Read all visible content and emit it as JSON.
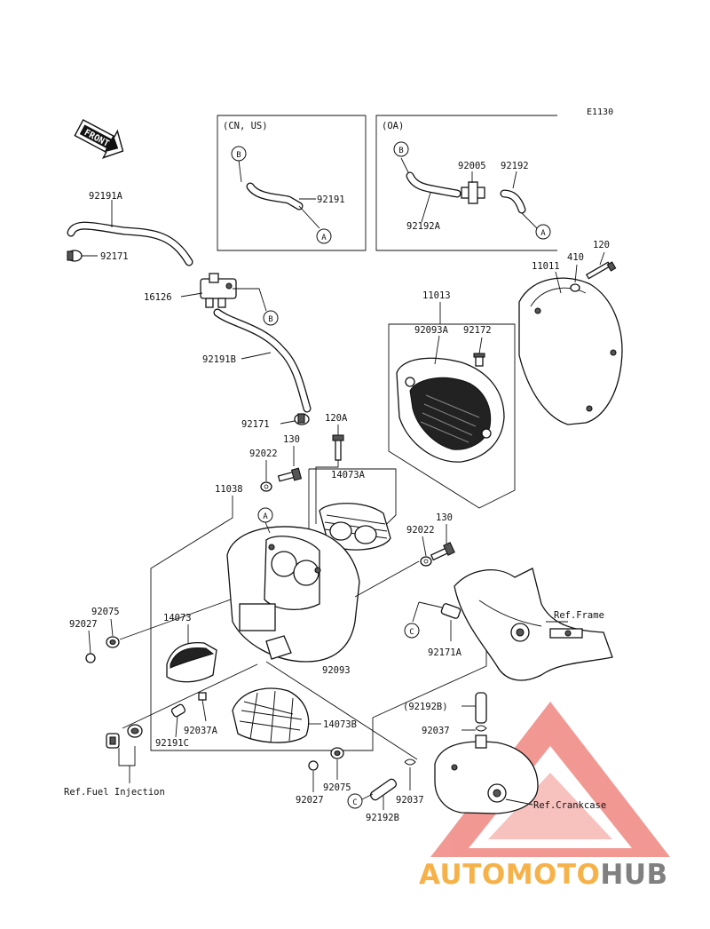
{
  "diagram": {
    "code": "E1130",
    "front_label": "FRONT",
    "variant_boxes": [
      {
        "title": "(CN, US)"
      },
      {
        "title": "(OA)"
      }
    ],
    "refs": {
      "frame": "Ref.Frame",
      "fuel_injection": "Ref.Fuel Injection",
      "crankcase": "Ref.Crankcase"
    },
    "connectors": [
      "A",
      "B",
      "C"
    ],
    "part_labels": [
      "92191",
      "92005",
      "92192",
      "92192A",
      "92191A",
      "92171",
      "16126",
      "92191B",
      "92171",
      "120",
      "410",
      "11011",
      "11013",
      "92093A",
      "92172",
      "120A",
      "130",
      "92022",
      "11038",
      "14073A",
      "92022",
      "130",
      "92075",
      "92027",
      "14073",
      "92093",
      "92171A",
      "(92192B)",
      "92037",
      "92037A",
      "14073B",
      "92191C",
      "92027",
      "92075",
      "92192B",
      "92037"
    ]
  },
  "watermark": {
    "part1": "AUTOMOTO",
    "part2": "HUB",
    "colors": {
      "red": "#e8453c",
      "orange": "#f5a52a",
      "grey": "#6a6a6a"
    }
  }
}
